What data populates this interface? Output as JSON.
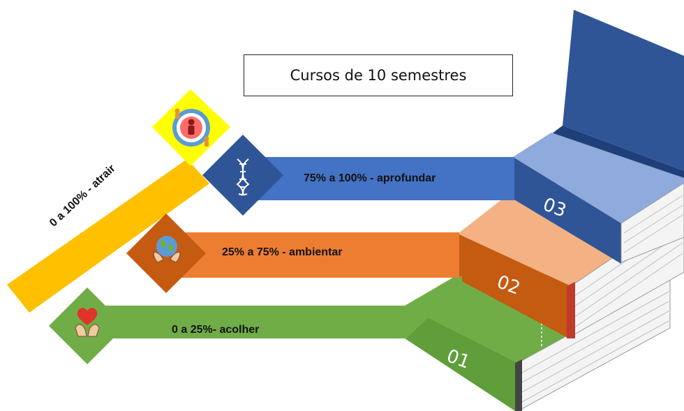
{
  "title": "Cursos de 10 semestres",
  "bars": [
    {
      "label": "0 a 25%- acolher",
      "icon": "heart-hands-icon",
      "number": "01",
      "color": "#6aa84f"
    },
    {
      "label": "25% a 75% - ambientar",
      "icon": "globe-hands-icon",
      "number": "02",
      "color": "#e97c30"
    },
    {
      "label": "75% a 100% - aprofundar",
      "icon": "dna-icon",
      "number": "03",
      "color": "#4472c4"
    }
  ],
  "attract": {
    "label": "0 a 100% - atrair",
    "icon": "people-target-icon",
    "color": "#ffc000"
  }
}
